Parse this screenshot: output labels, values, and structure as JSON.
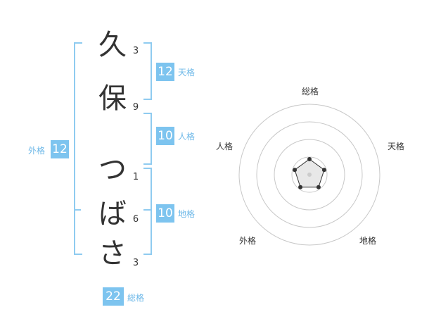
{
  "name": {
    "chars": [
      {
        "char": "久",
        "strokes": "3"
      },
      {
        "char": "保",
        "strokes": "9"
      },
      {
        "char": "つ",
        "strokes": "1"
      },
      {
        "char": "ば",
        "strokes": "6"
      },
      {
        "char": "さ",
        "strokes": "3"
      }
    ]
  },
  "fortune": {
    "ten": {
      "label": "天格",
      "value": "12"
    },
    "jin": {
      "label": "人格",
      "value": "10"
    },
    "chi": {
      "label": "地格",
      "value": "10"
    },
    "gai": {
      "label": "外格",
      "value": "12"
    },
    "sou": {
      "label": "総格",
      "value": "22"
    }
  },
  "radar": {
    "axes": [
      "総格",
      "天格",
      "地格",
      "外格",
      "人格"
    ],
    "levels": 4,
    "scores": [
      1,
      1,
      1,
      1,
      1
    ],
    "max": 5,
    "colors": {
      "ring": "#c8c8c8",
      "point": "#333333",
      "fill": "#e8e8e8",
      "center": "#cccccc"
    }
  },
  "colors": {
    "accent": "#7dc4ef",
    "accent_text": "#6db8e8",
    "bracket": "#8fcbf0"
  }
}
